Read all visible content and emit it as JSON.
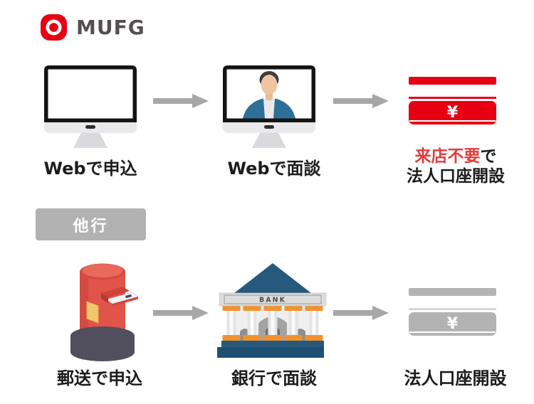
{
  "brand": {
    "name": "MUFG"
  },
  "colors": {
    "brand_red": "#e60012",
    "highlight_red": "#e23b3b",
    "passbook_gray": "#b3b3b3",
    "arrow_gray": "#a7a7a7",
    "label_text": "#1c1c1c",
    "badge_gray": "#b2b2b2"
  },
  "mufg_flow": {
    "steps": [
      {
        "id": "web-apply",
        "label": "Webで申込"
      },
      {
        "id": "web-interview",
        "label": "Webで面談"
      },
      {
        "id": "account-open",
        "label_highlight": "来店不要",
        "label_suffix": "で",
        "label_line2": "法人口座開設"
      }
    ]
  },
  "other_flow": {
    "badge_label": "他行",
    "steps": [
      {
        "id": "mail-apply",
        "label": "郵送で申込"
      },
      {
        "id": "bank-interview",
        "label": "銀行で面談"
      },
      {
        "id": "account-open",
        "label": "法人口座開設"
      }
    ]
  },
  "glyphs": {
    "yen": "¥",
    "bank_sign": "BANK"
  }
}
